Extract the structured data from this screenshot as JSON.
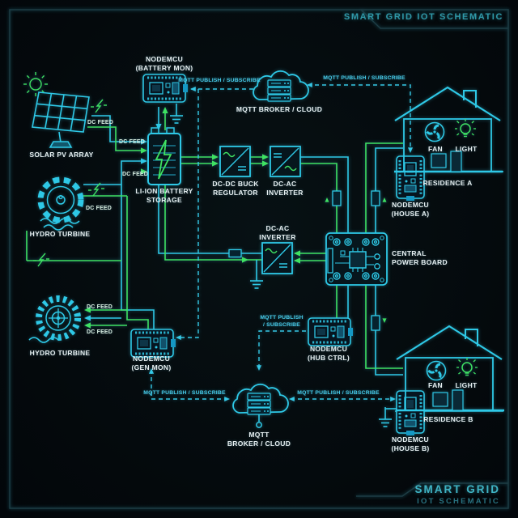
{
  "frame": {
    "header_title": "SMART GRID IOT SCHEMATIC",
    "footer_title": "SMART GRID",
    "footer_subtitle": "IOT SCHEMATIC"
  },
  "colors": {
    "background": "#04090c",
    "frame_line": "#1d3c44",
    "wire_cyan": "#2ec8e6",
    "wire_green": "#3fe262",
    "mqtt_dashed": "#35c8e6",
    "header_text": "#2f98a8",
    "footer_text": "#3fb3c4",
    "label_text": "#e7eff1"
  },
  "labels": {
    "dc_feed": "DC FEED",
    "mqtt_pubsub": "MQTT PUBLISH / SUBSCRIBE",
    "mqtt_pubsub_line1": "MQTT PUBLISH",
    "mqtt_pubsub_line2": "/ SUBSCRIBE"
  },
  "nodes": {
    "solar": {
      "label": "SOLAR PV ARRAY"
    },
    "hydro_top": {
      "label": "HYDRO TURBINE"
    },
    "hydro_bottom": {
      "label": "HYDRO TURBINE"
    },
    "battery": {
      "line1": "LI-ION BATTERY",
      "line2": "STORAGE"
    },
    "buck_regulator": {
      "line1": "DC-DC BUCK",
      "line2": "REGULATOR"
    },
    "inverter_top": {
      "line1": "DC-AC",
      "line2": "INVERTER"
    },
    "inverter_mid": {
      "line1": "DC-AC",
      "line2": "INVERTER"
    },
    "central_board": {
      "line1": "CENTRAL",
      "line2": "POWER BOARD"
    },
    "broker_top": {
      "label": "MQTT BROKER / CLOUD"
    },
    "broker_bottom": {
      "line1": "MQTT",
      "line2": "BROKER / CLOUD"
    },
    "nodemcu_battery": {
      "line1": "NODEMCU",
      "line2": "(BATTERY MON)"
    },
    "nodemcu_gen": {
      "line1": "NODEMCU",
      "line2": "(GEN MON)"
    },
    "nodemcu_hub": {
      "line1": "NODEMCU",
      "line2": "(HUB CTRL)"
    },
    "nodemcu_house_a": {
      "line1": "NODEMCU",
      "line2": "(HOUSE A)"
    },
    "nodemcu_house_b": {
      "line1": "NODEMCU",
      "line2": "(HOUSE B)"
    },
    "residence_a": {
      "label": "RESIDENCE A",
      "fan": "FAN",
      "light": "LIGHT"
    },
    "residence_b": {
      "label": "RESIDENCE B",
      "fan": "FAN",
      "light": "LIGHT"
    }
  }
}
